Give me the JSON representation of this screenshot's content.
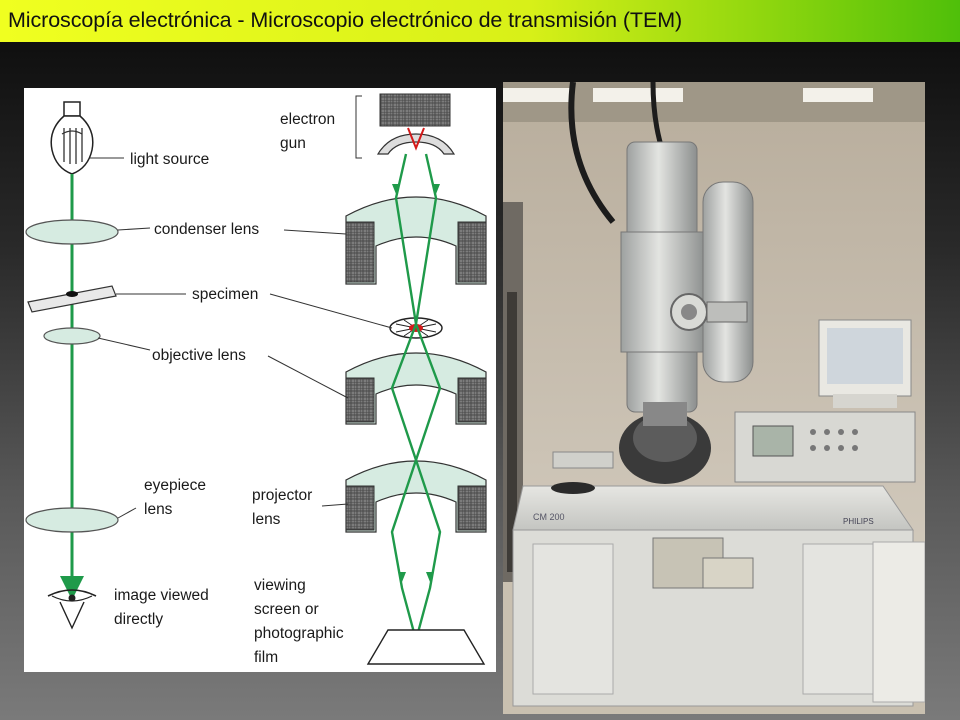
{
  "slide": {
    "title": "Microscopía electrónica - Microscopio electrónico de transmisión (TEM)"
  },
  "diagram": {
    "light_microscope": {
      "light_source": "light source",
      "condenser_lens": "condenser lens",
      "specimen": "specimen",
      "objective_lens": "objective lens",
      "eyepiece_line1": "eyepiece",
      "eyepiece_line2": "lens",
      "image_line1": "image viewed",
      "image_line2": "directly"
    },
    "electron_microscope": {
      "gun_line1": "electron",
      "gun_line2": "gun",
      "projector_line1": "projector",
      "projector_line2": "lens",
      "screen_line1": "viewing",
      "screen_line2": "screen or",
      "screen_line3": "photographic",
      "screen_line4": "film"
    },
    "colors": {
      "beam": "#1f9a4a",
      "lens_fill": "#d6ebe1",
      "coil": "#8a8a8a",
      "electron_source": "#d41a1a"
    }
  },
  "photo": {
    "console_brand": "PHILIPS",
    "console_model": "CM 200"
  }
}
